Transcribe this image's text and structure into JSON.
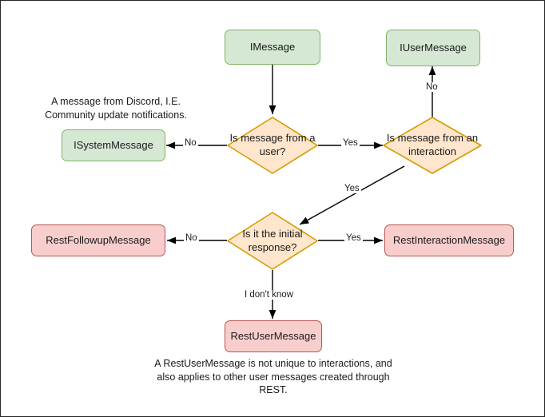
{
  "diagram": {
    "title": "Discord message type decision flowchart",
    "background": "#ffffff",
    "border_color": "#262626",
    "palette": {
      "green_fill": "#d5e8d4",
      "green_stroke": "#82b366",
      "pink_fill": "#f8cecc",
      "pink_stroke": "#b85450",
      "orange_fill": "#ffe6cc",
      "orange_stroke": "#d79b00",
      "edge_color": "#000000",
      "text_color": "#1a1a1a"
    }
  },
  "nodes": {
    "imessage": "IMessage",
    "iusermessage": "IUserMessage",
    "isystemmessage": "ISystemMessage",
    "restfollowupmessage": "RestFollowupMessage",
    "restinteractionmessage": "RestInteractionMessage",
    "restusermessage": "RestUserMessage"
  },
  "decisions": {
    "is_from_user": "Is message from a user?",
    "is_from_interaction": "Is message from an interaction",
    "is_initial_response": "Is it the initial response?"
  },
  "edge_labels": {
    "user_no": "No",
    "user_yes": "Yes",
    "interaction_no": "No",
    "interaction_yes": "Yes",
    "initial_no": "No",
    "initial_yes": "Yes",
    "initial_unknown": "I don't know"
  },
  "notes": {
    "system_note": "A message from Discord, I.E. Community update notifications.",
    "rest_user_note": "A RestUserMessage is not unique to interactions, and also applies to other user messages created through REST."
  }
}
